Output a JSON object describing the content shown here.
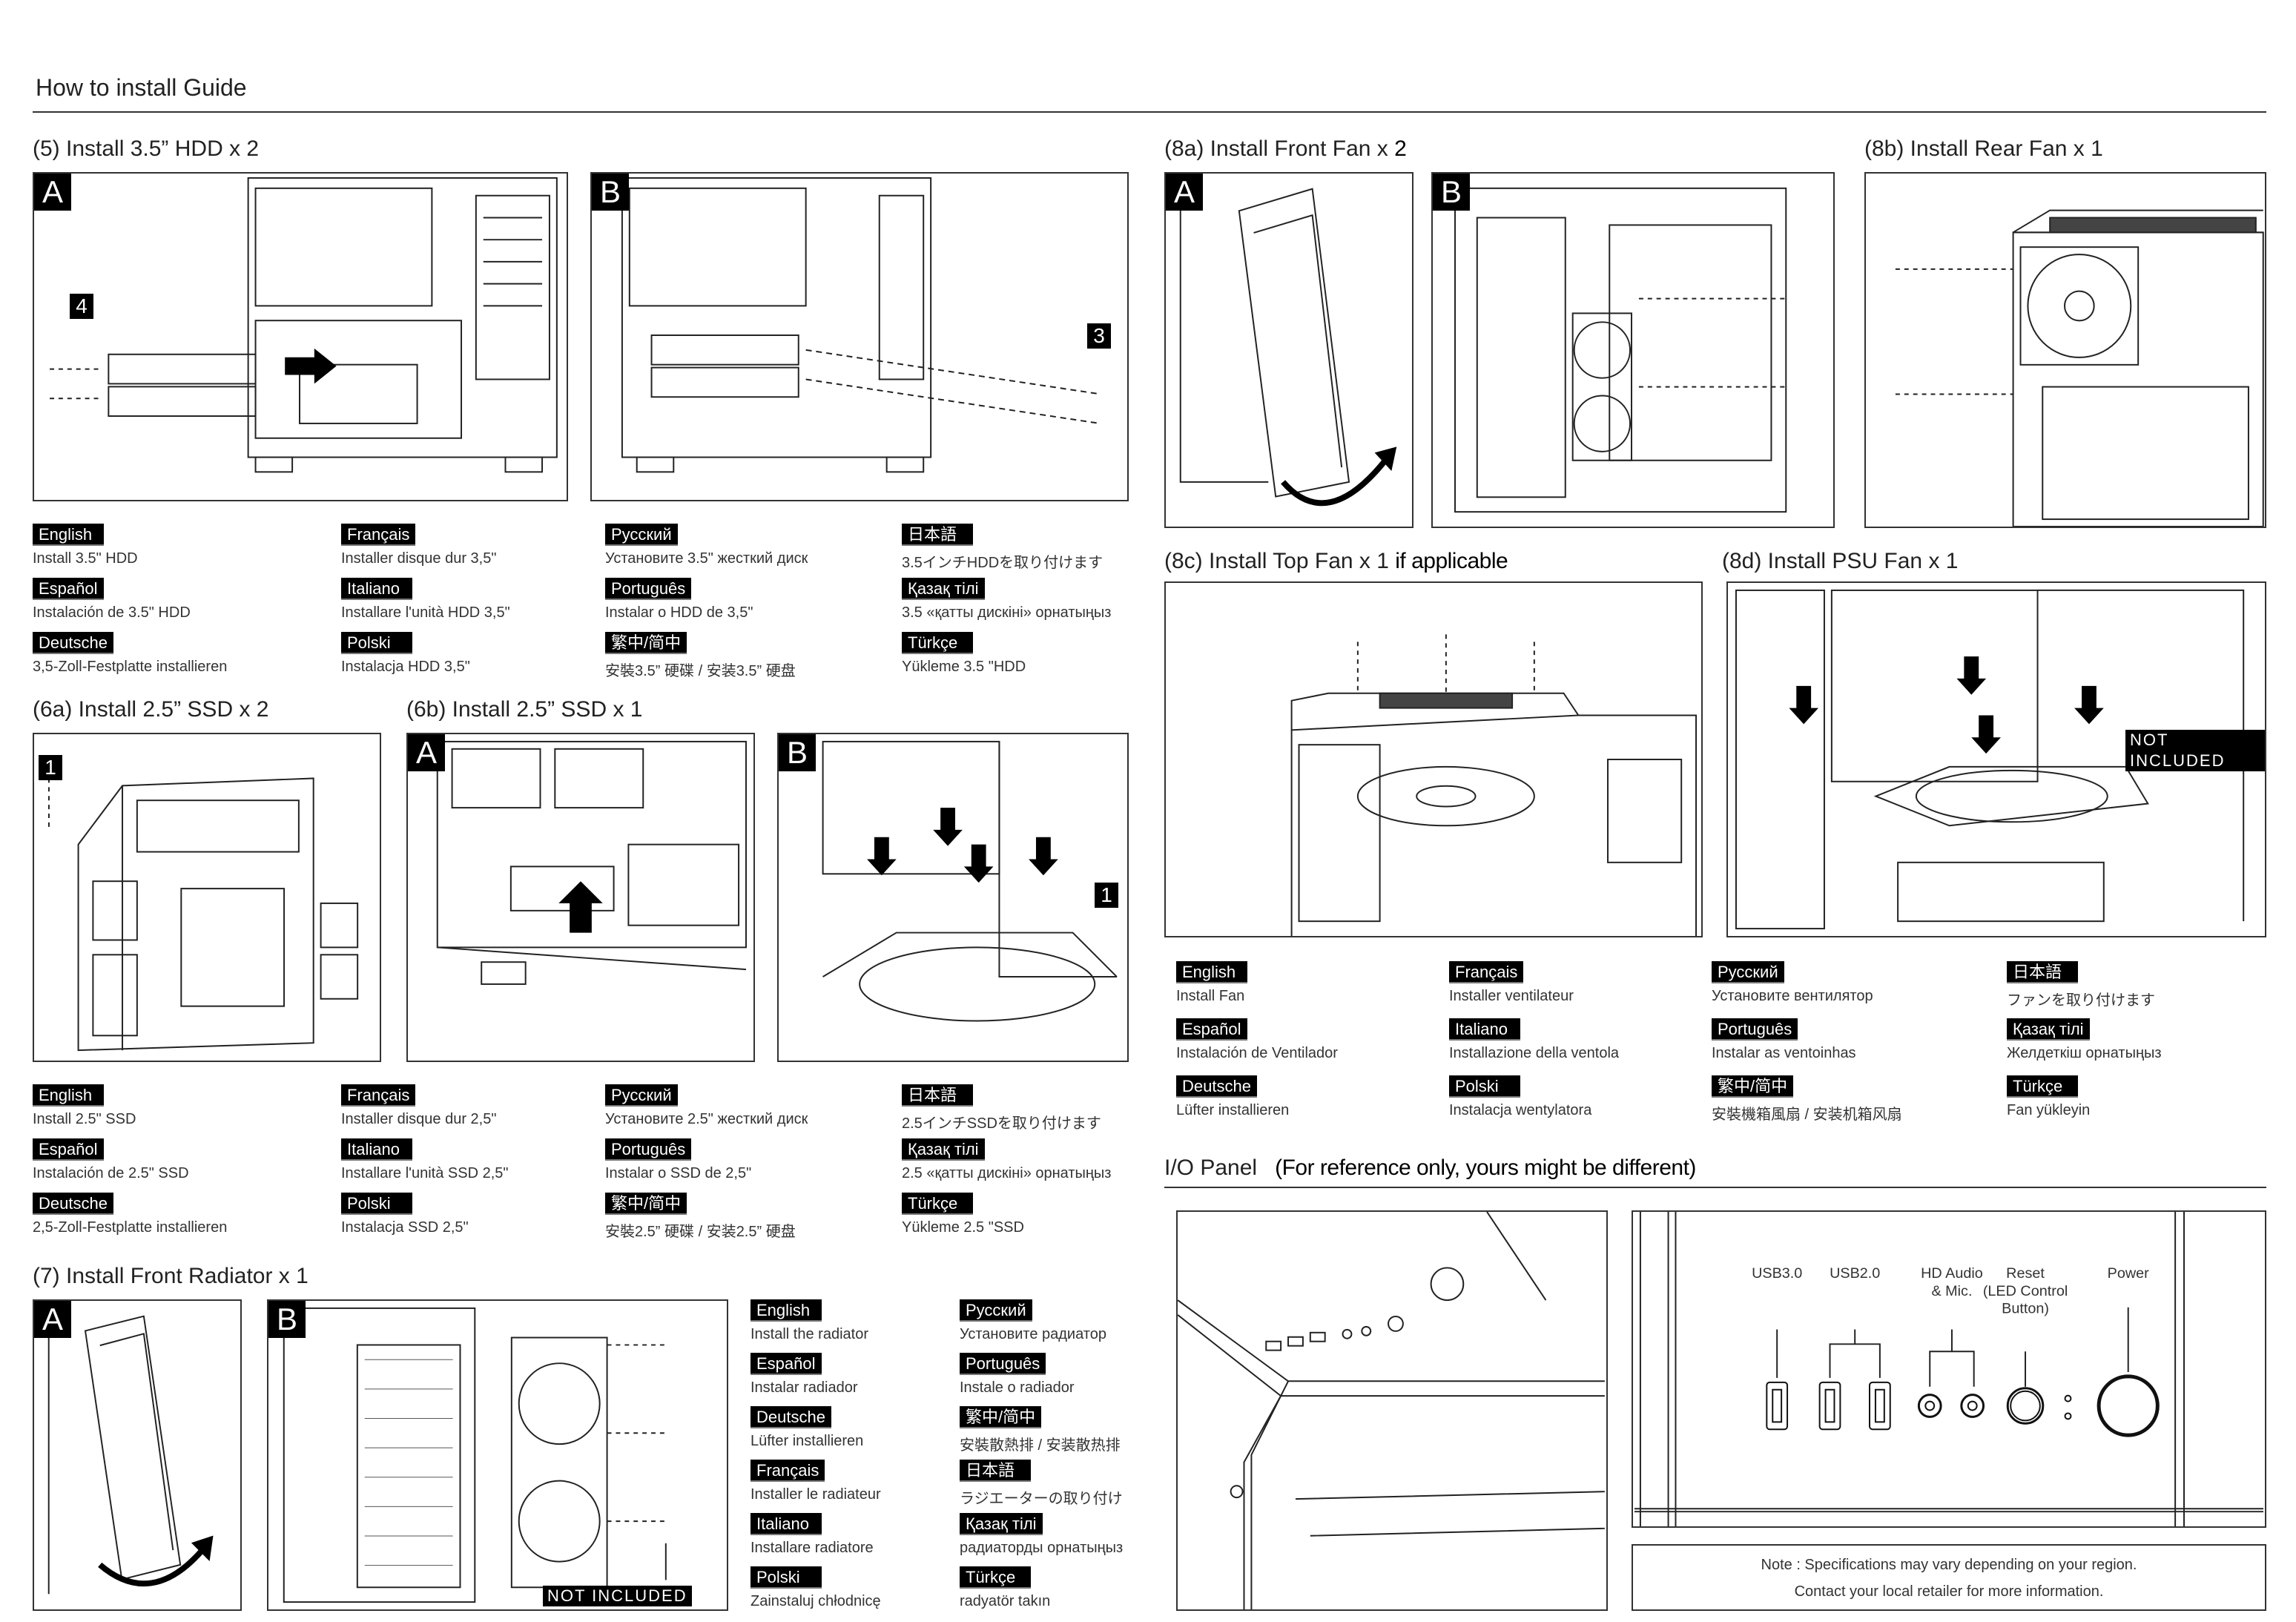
{
  "header": {
    "title": "How to install Guide"
  },
  "sections": {
    "s5": {
      "title": "(5) Install 3.5” HDD x 2",
      "panel_a": "A",
      "panel_b": "B",
      "step_a": "4",
      "step_b": "3"
    },
    "s6a": {
      "title": "(6a) Install 2.5” SSD x 2",
      "step": "1"
    },
    "s6b": {
      "title": "(6b) Install 2.5” SSD x 1",
      "panel_a": "A",
      "panel_b": "B",
      "step_b": "1"
    },
    "s7": {
      "title": "(7) Install Front Radiator x 1",
      "panel_a": "A",
      "panel_b": "B",
      "not_included": "NOT INCLUDED"
    },
    "s8a": {
      "title": "(8a) Install Front Fan x ",
      "title_em": "2",
      "panel_a": "A",
      "panel_b": "B"
    },
    "s8b": {
      "title": "(8b) Install Rear Fan x 1"
    },
    "s8c": {
      "title": "(8c) Install Top Fan x 1 ",
      "title_em": "if applicable"
    },
    "s8d": {
      "title": "(8d) Install PSU Fan x 1",
      "not_included": "NOT INCLUDED"
    },
    "io": {
      "title": "I/O Panel",
      "title_em": "(For reference only, yours might be different)",
      "ports": {
        "usb3": "USB3.0",
        "usb2": "USB2.0",
        "audio_1": "HD Audio",
        "audio_2": "& Mic.",
        "reset_1": "Reset",
        "reset_2": "(LED Control",
        "reset_3": "Button)",
        "power": "Power"
      },
      "note_1": "Note : Specifications may vary depending on your region.",
      "note_2": "Contact your local retailer for more information."
    }
  },
  "lang_hdd": [
    {
      "lang": "English",
      "text": "Install 3.5\" HDD"
    },
    {
      "lang": "Español",
      "text": "Instalación de 3.5\" HDD"
    },
    {
      "lang": "Deutsche",
      "text": "3,5-Zoll-Festplatte installieren"
    },
    {
      "lang": "Français",
      "text": "Installer disque dur 3,5\""
    },
    {
      "lang": "Italiano",
      "text": "Installare l'unità HDD 3,5\""
    },
    {
      "lang": "Polski",
      "text": "Instalacja HDD 3,5\""
    },
    {
      "lang": "Русский",
      "text": "Установите 3.5\" жесткий диск"
    },
    {
      "lang": "Português",
      "text": "Instalar o HDD de 3,5\""
    },
    {
      "lang": "繁中/简中",
      "text": "安裝3.5” 硬碟 / 安装3.5” 硬盘"
    },
    {
      "lang": "日本語",
      "text": "3.5インチHDDを取り付けます"
    },
    {
      "lang": "Қазақ тілі",
      "text": "3.5 «қатты дискіні» орнатыңыз"
    },
    {
      "lang": "Türkçe",
      "text": "Yükleme 3.5 \"HDD"
    }
  ],
  "lang_ssd": [
    {
      "lang": "English",
      "text": "Install 2.5\" SSD"
    },
    {
      "lang": "Español",
      "text": "Instalación de 2.5\" SSD"
    },
    {
      "lang": "Deutsche",
      "text": "2,5-Zoll-Festplatte installieren"
    },
    {
      "lang": "Français",
      "text": "Installer disque dur 2,5\""
    },
    {
      "lang": "Italiano",
      "text": "Installare l'unità SSD 2,5\""
    },
    {
      "lang": "Polski",
      "text": "Instalacja SSD 2,5\""
    },
    {
      "lang": "Русский",
      "text": "Установите 2.5\" жесткий диск"
    },
    {
      "lang": "Português",
      "text": "Instalar o SSD de 2,5\""
    },
    {
      "lang": "繁中/简中",
      "text": "安裝2.5” 硬碟 / 安装2.5” 硬盘"
    },
    {
      "lang": "日本語",
      "text": "2.5インチSSDを取り付けます"
    },
    {
      "lang": "Қазақ тілі",
      "text": "2.5 «қатты дискіні» орнатыңыз"
    },
    {
      "lang": "Türkçe",
      "text": "Yükleme 2.5 \"SSD"
    }
  ],
  "lang_fan": [
    {
      "lang": "English",
      "text": "Install Fan"
    },
    {
      "lang": "Español",
      "text": "Instalación de Ventilador"
    },
    {
      "lang": "Deutsche",
      "text": "Lüfter installieren"
    },
    {
      "lang": "Français",
      "text": "Installer ventilateur"
    },
    {
      "lang": "Italiano",
      "text": "Installazione della ventola"
    },
    {
      "lang": "Polski",
      "text": "Instalacja wentylatora"
    },
    {
      "lang": "Русский",
      "text": "Установите вентилятор"
    },
    {
      "lang": "Português",
      "text": "Instalar as ventoinhas"
    },
    {
      "lang": "繁中/简中",
      "text": "安裝機箱風扇 / 安装机箱风扇"
    },
    {
      "lang": "日本語",
      "text": "ファンを取り付けます"
    },
    {
      "lang": "Қазақ тілі",
      "text": "Желдеткіш орнатыңыз"
    },
    {
      "lang": "Türkçe",
      "text": "Fan yükleyin"
    }
  ],
  "lang_radiator": [
    {
      "lang": "English",
      "text": "Install the radiator"
    },
    {
      "lang": "Español",
      "text": "Instalar radiador"
    },
    {
      "lang": "Deutsche",
      "text": "Lüfter installieren"
    },
    {
      "lang": "Français",
      "text": "Installer le radiateur"
    },
    {
      "lang": "Italiano",
      "text": "Installare radiatore"
    },
    {
      "lang": "Polski",
      "text": "Zainstaluj chłodnicę"
    },
    {
      "lang": "Русский",
      "text": "Установите радиатор"
    },
    {
      "lang": "Português",
      "text": "Instale o radiador"
    },
    {
      "lang": "繁中/简中",
      "text": "安裝散熱排 / 安装散热排"
    },
    {
      "lang": "日本語",
      "text": "ラジエーターの取り付け"
    },
    {
      "lang": "Қазақ тілі",
      "text": "радиаторды орнатыңыз"
    },
    {
      "lang": "Türkçe",
      "text": "radyatör takın"
    }
  ]
}
